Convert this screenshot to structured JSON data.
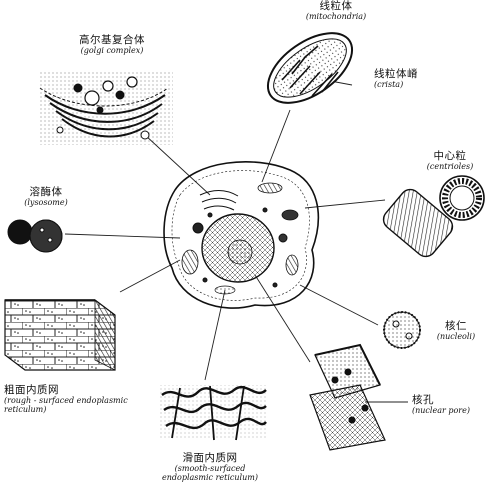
{
  "labels": {
    "mitochondria": {
      "zh": "线粒体",
      "en": "(mitochondria)"
    },
    "crista": {
      "zh": "线粒体嵴",
      "en": "(crista)"
    },
    "golgi": {
      "zh": "高尔基复合体",
      "en": "(golgi complex)"
    },
    "centrioles": {
      "zh": "中心粒",
      "en": "(centrioles)"
    },
    "lysosome": {
      "zh": "溶酶体",
      "en": "(lysosome)"
    },
    "nucleoli": {
      "zh": "核仁",
      "en": "(nucleoli)"
    },
    "nuclear_pore": {
      "zh": "核孔",
      "en": "(nuclear pore)"
    },
    "rough_er": {
      "zh": "粗面内质网",
      "en1": "(rough - surfaced endoplasmic",
      "en2": "reticulum)"
    },
    "smooth_er": {
      "zh": "滑面内质网",
      "en1": "(smooth-surfaced",
      "en2": "endoplasmic reticulum)"
    }
  },
  "colors": {
    "ink": "#111111",
    "background": "#ffffff"
  }
}
